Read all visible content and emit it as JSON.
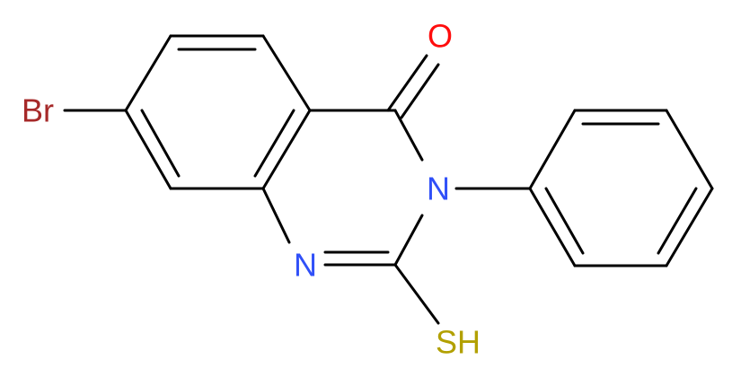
{
  "molecule": {
    "atoms": {
      "oxygen": {
        "symbol": "O",
        "color": "#ff0d0d"
      },
      "bromine": {
        "symbol": "Br",
        "color": "#a62929"
      },
      "nitrogen_3": {
        "symbol": "N",
        "color": "#3050f8"
      },
      "nitrogen_1": {
        "symbol": "N",
        "color": "#3050f8"
      },
      "thiol": {
        "symbol": "SH",
        "color": "#b2a000"
      }
    },
    "bond_color": "#000000"
  }
}
